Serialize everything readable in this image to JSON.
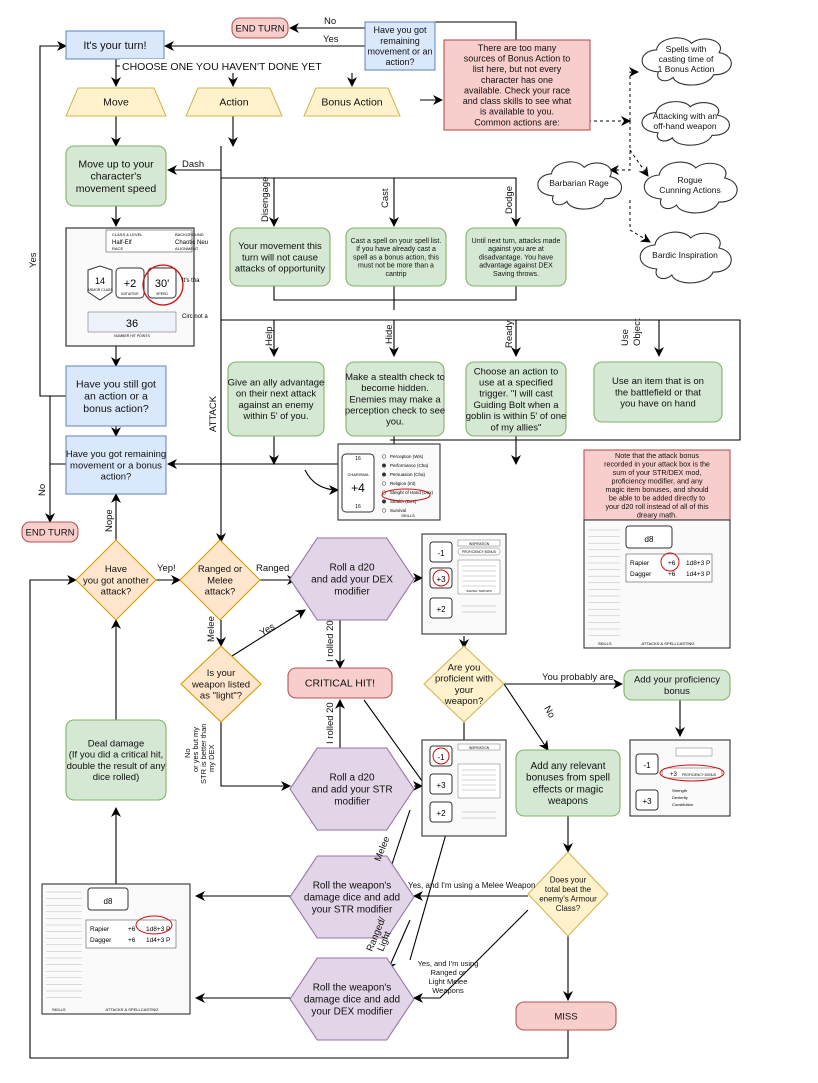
{
  "nodes": {
    "end_turn_top": [
      "END TURN"
    ],
    "its_your_turn": [
      "It's your turn!"
    ],
    "remaining_move_top": [
      "Have you got",
      "remaining",
      "movement or an",
      "action?"
    ],
    "bonus_note": [
      "There are too many",
      "sources of Bonus Action to",
      "list here, but not every",
      "character has one",
      "available. Check your race",
      "and class skills to see what",
      "is available to you.",
      "Common actions are:"
    ],
    "cloud_spells": [
      "Spells with",
      "casting time of",
      "1 Bonus Action"
    ],
    "cloud_offhand": [
      "Attacking with an",
      "off-hand weapon"
    ],
    "cloud_rage": [
      "Barbarian Rage"
    ],
    "cloud_rogue": [
      "Rogue",
      "Cunning Actions"
    ],
    "cloud_bardic": [
      "Bardic Inspiration"
    ],
    "move": [
      "Move"
    ],
    "action": [
      "Action"
    ],
    "bonus_action": [
      "Bonus Action"
    ],
    "move_up": [
      "Move up to your",
      "character's",
      "movement speed"
    ],
    "disengage_box": [
      "Your movement this",
      "turn will not cause",
      "attacks of opportunity"
    ],
    "cast_box": [
      "Cast a spell on your spell list.",
      "If you have already cast a",
      "spell as a bonus action, this",
      "must not be more than a",
      "cantrip"
    ],
    "dodge_box": [
      "Until next turn, attacks made",
      "against you are at",
      "disadvantage. You have",
      "advantage against DEX",
      "Saving throws."
    ],
    "help_box": [
      "Give an ally advantage",
      "on their next attack",
      "against an enemy",
      "within 5' of you."
    ],
    "hide_box": [
      "Make a stealth check to",
      "become hidden.",
      "Enemies may make a",
      "perception check to see",
      "you."
    ],
    "ready_box": [
      "Choose an action to",
      "use at a specified",
      "trigger. \"I will cast",
      "Guiding Bolt when a",
      "goblin is within 5' of one",
      "of my allies\""
    ],
    "use_object_box": [
      "Use an item that is on",
      "the battlefield or that",
      "you have on hand"
    ],
    "still_action": [
      "Have you still got",
      "an action or a",
      "bonus action?"
    ],
    "remaining_move_bonus": [
      "Have you got remaining",
      "movement or a bonus",
      "action?"
    ],
    "end_turn_left": [
      "END TURN"
    ],
    "note_attack_bonus": [
      "Note that the attack bonus",
      "recorded in your attack box is the",
      "sum of your STR/DEX mod,",
      "proficiency modifier, and any",
      "magic item bonuses, and should",
      "be able to be added directly to",
      "your d20 roll instead of all of this",
      "dreary math."
    ],
    "another_attack": [
      "Have",
      "you got another",
      "attack?"
    ],
    "ranged_melee": [
      "Ranged or",
      "Melee",
      "attack?"
    ],
    "roll_dex": [
      "Roll a d20",
      "and add your DEX",
      "modifier"
    ],
    "light_weapon": [
      "Is your",
      "weapon listed",
      "as \"light\"?"
    ],
    "critical_hit": [
      "CRITICAL HIT!"
    ],
    "roll_str": [
      "Roll a d20",
      "and add your STR",
      "modifier"
    ],
    "proficient": [
      "Are you",
      "proficient with",
      "your",
      "weapon?"
    ],
    "add_proficiency": [
      "Add your proficiency",
      "bonus"
    ],
    "add_bonuses": [
      "Add any relevant",
      "bonuses from spell",
      "effects or magic",
      "weapons"
    ],
    "deal_damage": [
      "Deal damage",
      "(If you did a critical hit,",
      "double the result of any",
      "dice rolled)"
    ],
    "beat_ac": [
      "Does your",
      "total beat the",
      "enemy's Armour",
      "Class?"
    ],
    "damage_str": [
      "Roll the weapon's",
      "damage dice and add",
      "your STR modifier"
    ],
    "damage_dex": [
      "Roll the weapon's",
      "damage dice and add",
      "your DEX modifier"
    ],
    "miss": [
      "MISS"
    ]
  },
  "edge_labels": {
    "no_top": "No",
    "yes_top": "Yes",
    "choose_one": "CHOOSE ONE YOU HAVEN'T DONE YET",
    "dash": "Dash",
    "disengage": "Disengage",
    "cast": "Cast",
    "dodge": "Dodge",
    "help": "Help",
    "hide": "Hide",
    "ready": "Ready",
    "use_object": [
      "Use",
      "Object"
    ],
    "attack": "ATTACK",
    "yes_left": "Yes",
    "no_left": "No",
    "nope": "Nope",
    "yep": "Yep!",
    "ranged": "Ranged",
    "melee_down": "Melee",
    "yes_light": "Yes",
    "no_light": [
      "No",
      "or yes but my",
      "STR is better than",
      "my DEX"
    ],
    "rolled_20_a": "I rolled 20",
    "rolled_20_b": "I rolled 20",
    "you_probably_are": "You probably are",
    "no_prof": "No",
    "melee_diag": "Melee",
    "ranged_light_diag": [
      "Ranged/",
      "Light"
    ],
    "yes_melee_weapon": "Yes, and I'm using a Melee Weapon",
    "yes_ranged_weapons": [
      "Yes, and I'm using",
      "Ranged or",
      "Light Melee",
      "Weapons"
    ]
  },
  "sheet_snippets": {
    "race_sheet": {
      "header_left": "CLASS & LEVEL",
      "header_right": "BACKGROUND",
      "race": "Half-Elf",
      "background": "Chaotic Neu",
      "sub_left": "RACE",
      "sub_right": "ALIGNMENT",
      "ac": "14",
      "ac_label": "ARMOR CLASS",
      "initiative": "+2",
      "initiative_label": "INITIATIVE",
      "speed": "30'",
      "speed_label": "SPEED",
      "side_fragment": "It's tha",
      "hp": "36",
      "hp_label": "NUMBER HIT POINTS",
      "side_fragment_2": "Circ not a"
    },
    "skills_sheet": {
      "ability": "CHARISMA",
      "ability_top": "16",
      "modifier": "+4",
      "ability_bottom": "16",
      "skills": [
        "Perception (Wis)",
        "Performance (Cha)",
        "Persuasion (Cha)",
        "Religion (Int)",
        "Sleight of Hand (Dex)",
        "Stealth (Dex)",
        "Survival"
      ],
      "footer": "SKILLS"
    },
    "attack_sheet_right": {
      "hit_die": "d8",
      "rows": [
        [
          "Rapier",
          "+6",
          "1d8+3 P"
        ],
        [
          "Dagger",
          "+6",
          "1d4+3 P"
        ]
      ],
      "footer": "ATTACKS & SPELLCASTING",
      "skills_footer": "SKILLS"
    },
    "attack_sheet_left": {
      "hit_die": "d8",
      "rows": [
        [
          "Rapier",
          "+6",
          "1d8+3 P"
        ],
        [
          "Dagger",
          "+6",
          "1d4+3 P"
        ]
      ],
      "footer": "ATTACKS & SPELLCASTING",
      "skills_footer": "SKILLS"
    },
    "dex_sheet": {
      "mods": [
        "-1",
        "+3",
        "+2"
      ],
      "saving_throws": "SAVING THROWS",
      "label_top": "INSPIRATION",
      "label_prof": "PROFICIENCY BONUS"
    },
    "prof_sheet": {
      "mods": [
        "-1",
        "+3"
      ],
      "prof_bonus": "+3",
      "label_prof": "PROFICIENCY BONUS",
      "skills": [
        "Strength",
        "Dexterity",
        "Constitution"
      ]
    }
  },
  "colors": {
    "blue": "#dae8fc",
    "blue_stroke": "#6c8ebf",
    "yellow": "#fff2cc",
    "yellow_stroke": "#d6b656",
    "green": "#d5e8d4",
    "green_stroke": "#82b366",
    "red": "#f8cecc",
    "red_stroke": "#b85450",
    "purple": "#e1d5e7",
    "purple_stroke": "#9673a6",
    "orange": "#ffe6cc",
    "orange_stroke": "#d79b00"
  }
}
